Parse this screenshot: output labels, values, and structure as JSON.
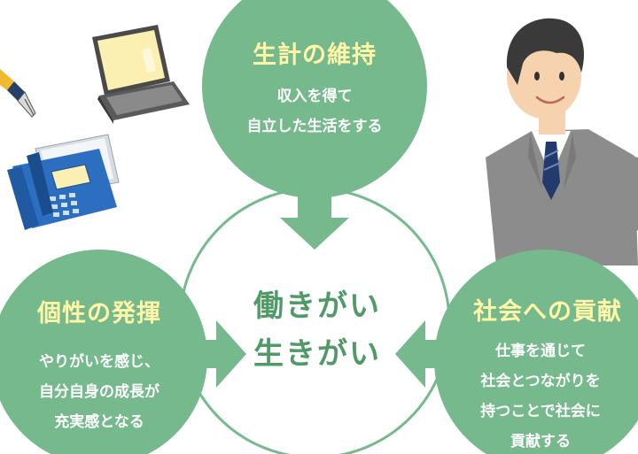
{
  "top_circle": {
    "title": "生計の維持",
    "lines": [
      "収入を得て",
      "自立した生活をする"
    ]
  },
  "left_circle": {
    "title": "個性の発揮",
    "lines": [
      "やりがいを感じ、",
      "自分自身の成長が",
      "充実感となる"
    ]
  },
  "right_circle": {
    "title": "社会への貢献",
    "lines": [
      "仕事を通じて",
      "社会とつながりを",
      "持つことで社会に",
      "貢献する"
    ]
  },
  "center": {
    "line1": "働きがい",
    "line2": "生きがい"
  },
  "colors": {
    "circle_green": "#76b98d",
    "title_yellow": "#fff6a8",
    "center_text": "#4f9a66",
    "ring_stroke": "#76b98d"
  },
  "icons": [
    "fountain-pen-icon",
    "laptop-icon",
    "fax-machine-icon",
    "businessman-illustration"
  ]
}
